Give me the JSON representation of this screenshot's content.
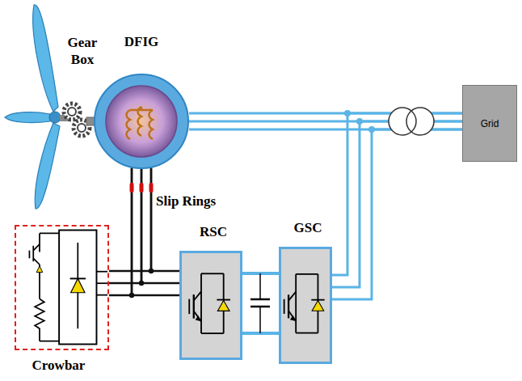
{
  "diagram": {
    "nodes": [
      {
        "text": [
          "DFIG"
        ]
      },
      {
        "text": [
          "Crowbar"
        ]
      },
      {
        "text": [
          "RSC"
        ]
      },
      {
        "text": [
          "GSC"
        ]
      },
      {
        "text": [
          "Grid"
        ]
      }
    ],
    "edges": [
      {
        "from": 0,
        "to": 4,
        "arrow": "none"
      },
      {
        "from": 0,
        "to": 2,
        "arrow": "none"
      },
      {
        "from": 0,
        "to": 1,
        "arrow": "none"
      },
      {
        "from": 2,
        "to": 3,
        "arrow": "none"
      },
      {
        "from": 3,
        "to": 4,
        "arrow": "none"
      }
    ],
    "labels": [
      "Gear Box",
      "Slip Rings"
    ]
  }
}
